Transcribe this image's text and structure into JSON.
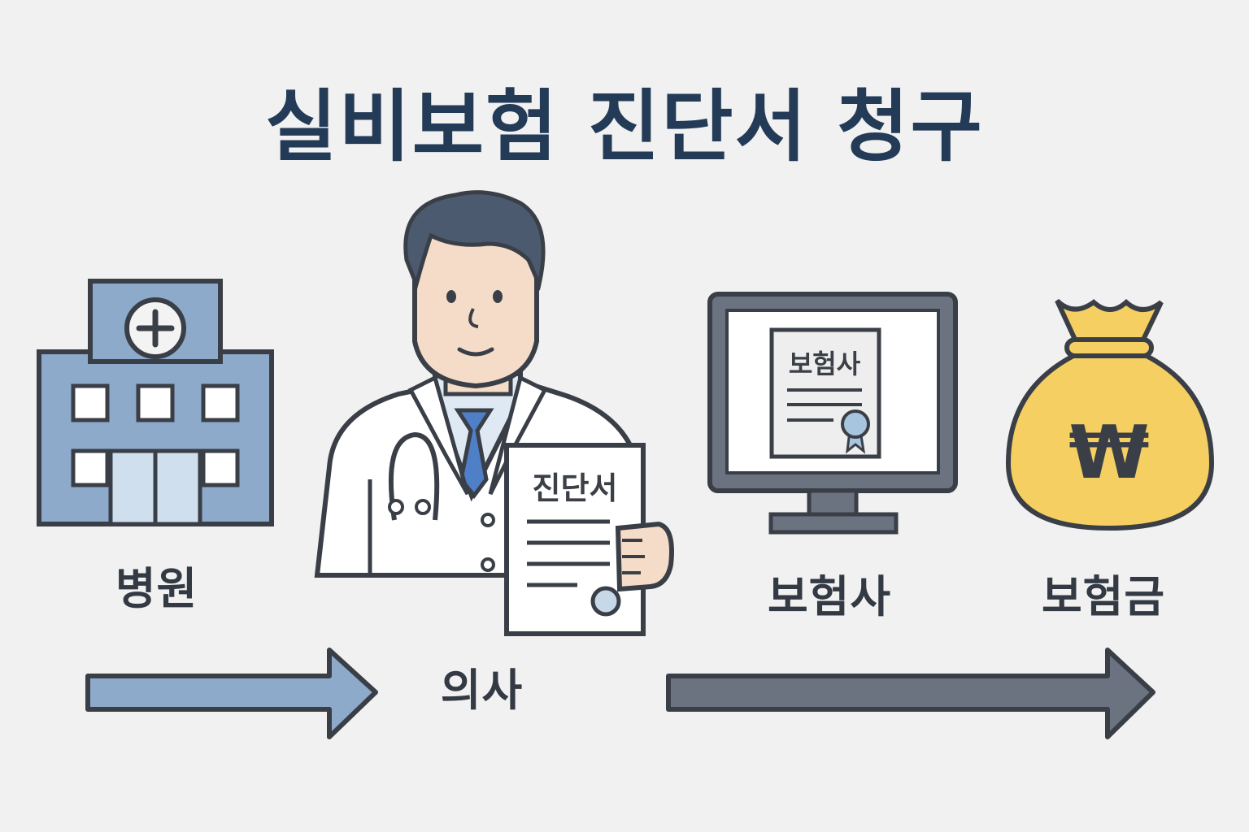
{
  "title": "실비보험 진단서 청구",
  "steps": {
    "hospital": {
      "label": "병원",
      "icon": "hospital-icon"
    },
    "doctor": {
      "label": "의사",
      "icon": "doctor-icon",
      "document_title": "진단서"
    },
    "insurer": {
      "label": "보험사",
      "icon": "monitor-icon",
      "screen_document_title": "보험사"
    },
    "payout": {
      "label": "보험금",
      "icon": "money-bag-icon",
      "currency_symbol": "₩"
    }
  },
  "colors": {
    "title": "#233b57",
    "hospital": "#8eaacb",
    "arrow_left": "#8eaacb",
    "arrow_right": "#6b7280",
    "monitor": "#6b7280",
    "money_bag": "#f6cf62",
    "tie": "#4f7fc6"
  }
}
